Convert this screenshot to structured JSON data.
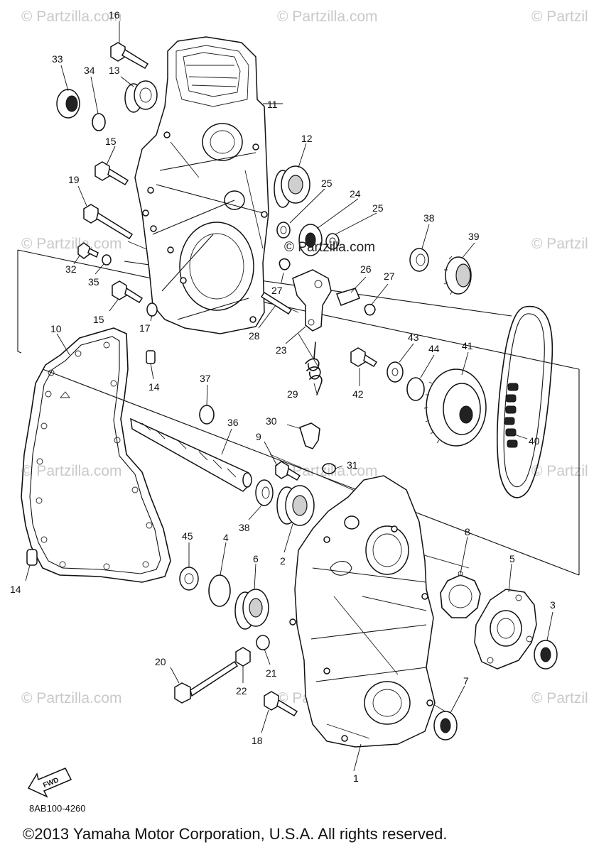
{
  "watermark": "© Partzilla.com",
  "watermark_center": "© Partzilla.com",
  "diagram_code": "8AB100-4260",
  "copyright": "©2013 Yamaha Motor Corporation, U.S.A. All rights reserved.",
  "fwd_label": "FWD",
  "callouts": {
    "c1": "1",
    "c2": "2",
    "c3": "3",
    "c4": "4",
    "c5": "5",
    "c6": "6",
    "c7": "7",
    "c8": "8",
    "c9": "9",
    "c10": "10",
    "c11": "11",
    "c12": "12",
    "c13": "13",
    "c14a": "14",
    "c14b": "14",
    "c15a": "15",
    "c15b": "15",
    "c16": "16",
    "c17": "17",
    "c18": "18",
    "c19": "19",
    "c20": "20",
    "c21": "21",
    "c22": "22",
    "c23": "23",
    "c24": "24",
    "c25a": "25",
    "c25b": "25",
    "c26": "26",
    "c27a": "27",
    "c27b": "27",
    "c28": "28",
    "c29": "29",
    "c30": "30",
    "c31": "31",
    "c32": "32",
    "c33": "33",
    "c34": "34",
    "c35": "35",
    "c36": "36",
    "c37": "37",
    "c38a": "38",
    "c38b": "38",
    "c39": "39",
    "c40": "40",
    "c41": "41",
    "c42": "42",
    "c43": "43",
    "c44": "44",
    "c45": "45"
  }
}
